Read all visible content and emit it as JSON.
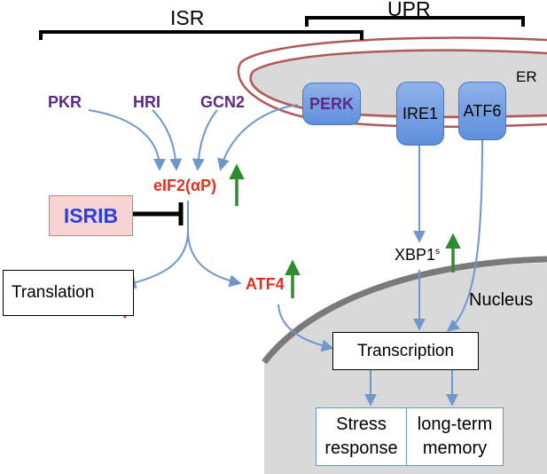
{
  "brackets": {
    "isr": "ISR",
    "upr": "UPR"
  },
  "organelles": {
    "er": "ER",
    "nucleus": "Nucleus"
  },
  "kinases": {
    "pkr": "PKR",
    "hri": "HRI",
    "gcn2": "GCN2",
    "perk": "PERK"
  },
  "sensors": {
    "ire1": "IRE1",
    "atf6": "ATF6"
  },
  "nodes": {
    "eif2": "eIF2(αP)",
    "isrib": "ISRIB",
    "translation": "Translation",
    "atf4": "ATF4",
    "xbp1": "XBP1",
    "xbp1_sup": "s",
    "transcription": "Transcription"
  },
  "outputs": {
    "stress_line1": "Stress",
    "stress_line2": "response",
    "memory_line1": "long-term",
    "memory_line2": "memory"
  },
  "colors": {
    "up_arrow": "#2e8b2e",
    "down_arrow": "#e0321e",
    "pathway_arrow": "#6f97cc",
    "inhibition": "#000000",
    "kinase_text": "#5b2a86",
    "highlight_text": "#e0321e",
    "isrib_text": "#2a40d8"
  }
}
